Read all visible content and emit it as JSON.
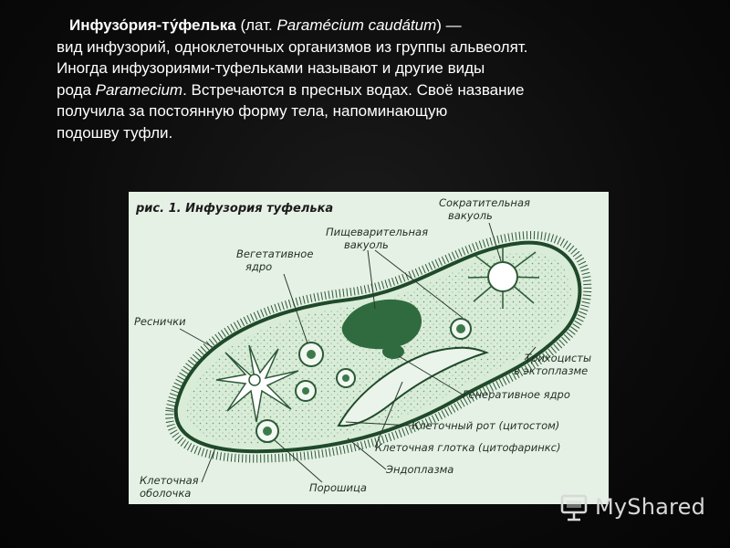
{
  "intro": {
    "title_part1": "Инфузо́рия-ту́фелька",
    "lat_open": " (лат. ",
    "latin_name": "Paramécium caudátum",
    "lat_close": ") —",
    "line2": "вид инфузорий, одноклеточных организмов из группы альвеолят.",
    "line3": "Иногда инфузориями-туфельками называют и другие виды",
    "line4_pre": "рода ",
    "genus": "Paramecium",
    "line4_post": ". Встречаются в пресных водах. Своё название",
    "line5": "получила за постоянную форму тела, напоминающую",
    "line6": "подошву туфли."
  },
  "figure": {
    "caption": "рис. 1. Инфузория туфелька",
    "labels": {
      "contractile_1": "Сократительная",
      "contractile_2": "вакуоль",
      "digestive_1": "Пищеварительная",
      "digestive_2": "вакуоль",
      "vegetative_1": "Вегетативное",
      "vegetative_2": "ядро",
      "cilia": "Реснички",
      "trichocysts_1": "Трихоцисты",
      "trichocysts_2": "в эктоплазме",
      "generative": "Генеративное ядро",
      "cell_mouth": "Клеточный рот (цитостом)",
      "pharynx": "Клеточная глотка (цитофаринкс)",
      "endoplasm": "Эндоплазма",
      "membrane_1": "Клеточная",
      "membrane_2": "оболочка",
      "pore": "Порошица"
    },
    "colors": {
      "background": "#e6f1e6",
      "body_fill": "#d9ecd8",
      "outline": "#1f4a2a",
      "nucleus": "#2f6b3e"
    }
  },
  "watermark": {
    "text": "MyShared",
    "icon": "presentation-board-icon"
  }
}
